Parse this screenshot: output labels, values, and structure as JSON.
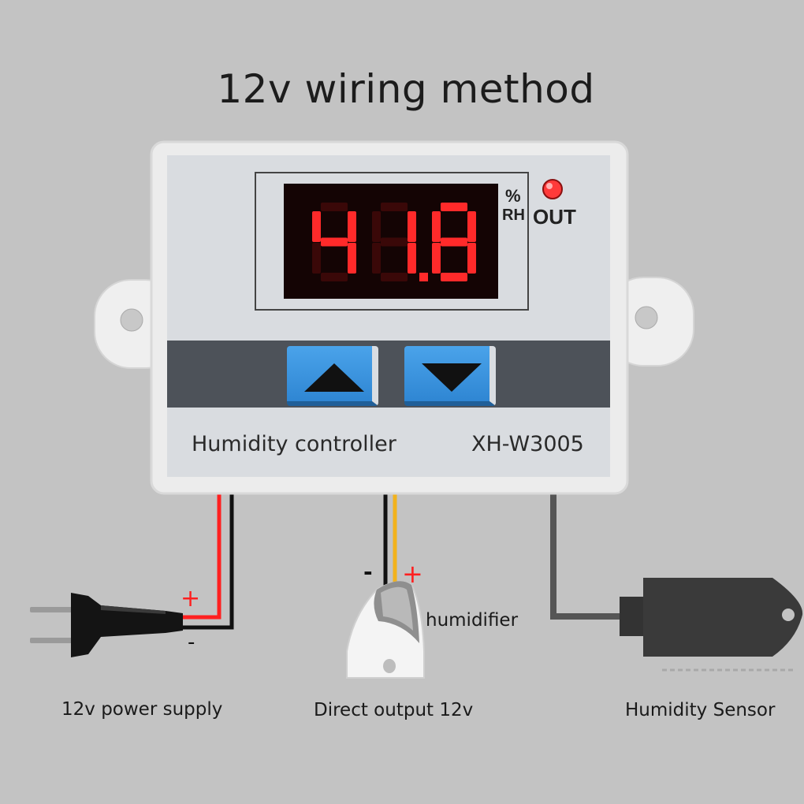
{
  "title": "12v wiring method",
  "device": {
    "display_value": "41.8",
    "unit_top": "%",
    "unit_bottom": "RH",
    "out_label": "OUT",
    "name": "Humidity controller",
    "model": "XH-W3005",
    "buttons": {
      "up": "up-arrow-icon",
      "down": "down-arrow-icon"
    }
  },
  "wiring": {
    "power_plus": "+",
    "power_minus": "-",
    "output_minus": "-",
    "output_plus": "+",
    "output_device_label": "humidifier"
  },
  "captions": {
    "power": "12v power supply",
    "output": "Direct output 12v",
    "sensor": "Humidity Sensor"
  },
  "colors": {
    "background": "#c3c3c3",
    "display_digits": "#ff2a2a",
    "wire_positive": "#ff2020",
    "wire_output_positive": "#f2b21c",
    "wire_negative": "#111111",
    "button": "#3a95e0",
    "led": "#ff3a3a"
  }
}
